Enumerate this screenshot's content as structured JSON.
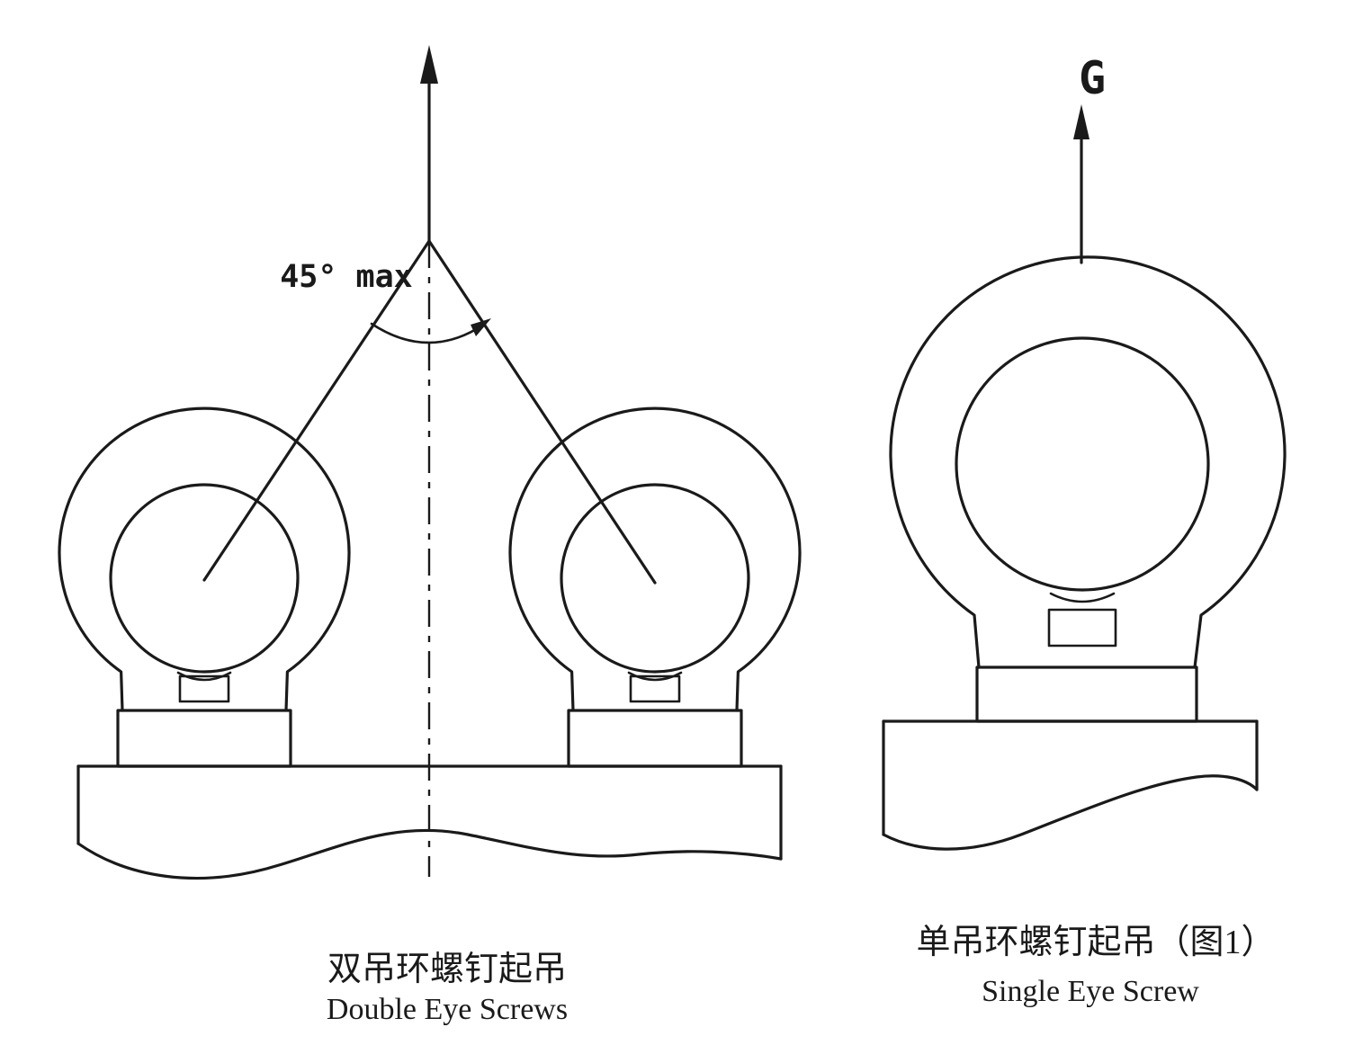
{
  "page": {
    "background": "#ffffff",
    "stroke_color": "#1a1a1a"
  },
  "left_figure": {
    "angle_label": "45° max",
    "caption_zh": "双吊环螺钉起吊",
    "caption_en": "Double Eye Screws"
  },
  "right_figure": {
    "force_label": "G",
    "caption_zh": "单吊环螺钉起吊（图1）",
    "caption_en": "Single Eye Screw"
  }
}
